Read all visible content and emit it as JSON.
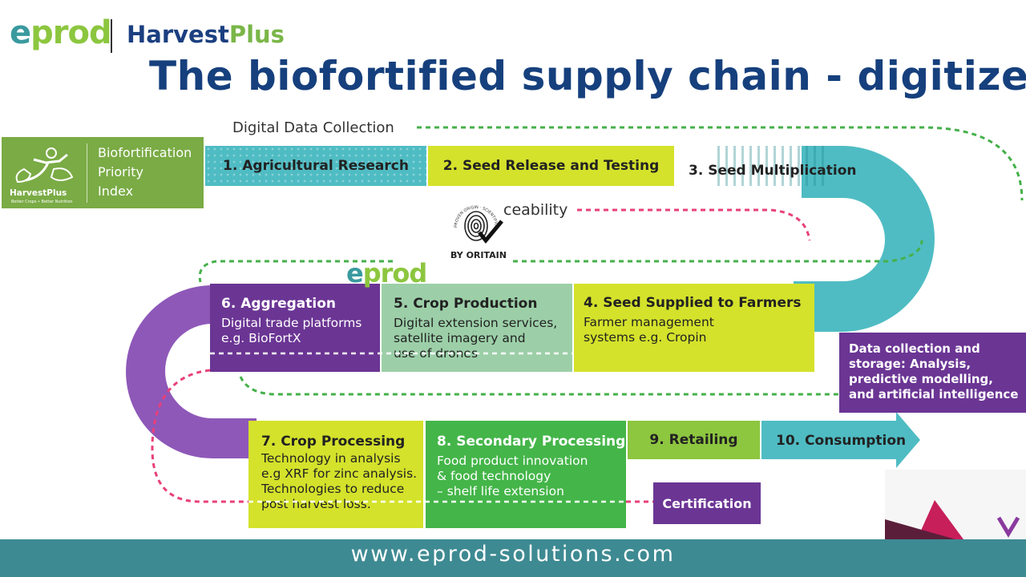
{
  "header": {
    "logo_eprod_e": "e",
    "logo_eprod_rest": "prod",
    "logo_hp_harvest": "Harvest",
    "logo_hp_plus": "Plus",
    "title": "The biofortified supply chain - digitized"
  },
  "diagram": {
    "digital_data_collection": "Digital Data Collection",
    "bpi": {
      "line1": "Biofortification",
      "line2": "Priority",
      "line3": "Index",
      "logo_name": "HarvestPlus",
      "logo_tagline": "Better Crops • Better Nutrition"
    },
    "stages": [
      {
        "title": "1. Agricultural Research",
        "desc": ""
      },
      {
        "title": "2. Seed Release and Testing",
        "desc": ""
      },
      {
        "title": "3. Seed Multiplication",
        "desc": ""
      },
      {
        "title": "4. Seed Supplied to Farmers",
        "desc_lines": [
          "Farmer management",
          "systems e.g. Cropin"
        ]
      },
      {
        "title": "5. Crop Production",
        "desc_lines": [
          "Digital extension services,",
          "satellite imagery and",
          "use of drones"
        ]
      },
      {
        "title": "6. Aggregation",
        "desc_lines": [
          "Digital trade platforms",
          "e.g. BioFortX"
        ]
      },
      {
        "title": "7. Crop Processing",
        "desc_lines": [
          "Technology in analysis",
          "e.g XRF for zinc analysis.",
          "Technologies to reduce",
          "post harvest loss."
        ]
      },
      {
        "title": "8. Secondary Processing",
        "desc_lines": [
          "Food product innovation",
          "& food technology",
          "– shelf life extension"
        ]
      },
      {
        "title": "9. Retailing",
        "desc": ""
      },
      {
        "title": "10. Consumption",
        "desc": ""
      }
    ],
    "traceability": "ceability",
    "oritain_badge_ring": "PROVEN ORIGIN · SCIENTIFICALLY VERIFIED",
    "oritain": "BY ORITAIN",
    "eprod_mid_e": "e",
    "eprod_mid_rest": "prod",
    "data_storage_lines": [
      "Data collection and",
      "storage: Analysis,",
      "predictive modelling,",
      "and artificial intelligence"
    ],
    "certification": "Certification"
  },
  "footer": {
    "url": "www.eprod-solutions.com"
  },
  "colors": {
    "teal": "#4fbcc3",
    "lime": "#d4e22b",
    "purple": "#6b3594",
    "mint": "#9ccfa8",
    "green": "#44b549",
    "mid_green": "#8dc63f",
    "olive_green": "#7aab45",
    "title_blue": "#16407d",
    "footer": "#3e8a92",
    "dash_green": "#45b04a",
    "dash_pink": "#e8407a"
  }
}
